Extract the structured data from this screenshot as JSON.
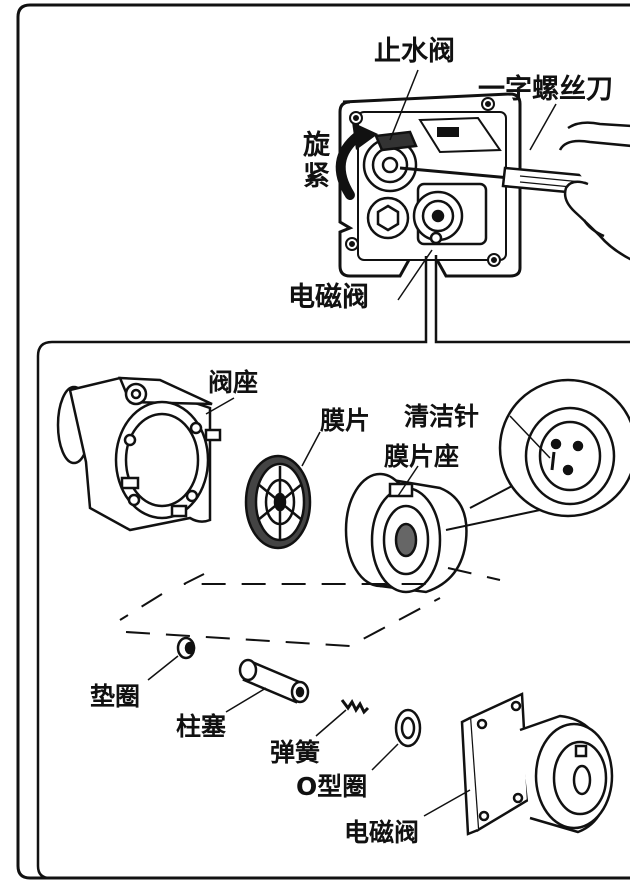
{
  "labels": {
    "shutoff_valve": "止水阀",
    "screwdriver": "一字螺丝刀",
    "tighten": "旋紧",
    "solenoid_valve_top": "电磁阀",
    "valve_seat": "阀座",
    "diaphragm": "膜片",
    "cleaning_needle": "清洁针",
    "diaphragm_seat": "膜片座",
    "gasket": "垫圈",
    "plunger": "柱塞",
    "spring": "弹簧",
    "o_ring": "O型圈",
    "solenoid_valve_bottom": "电磁阀"
  },
  "icons": [
    "rotate-arrow-icon",
    "screwdriver-icon",
    "hand-icon"
  ]
}
